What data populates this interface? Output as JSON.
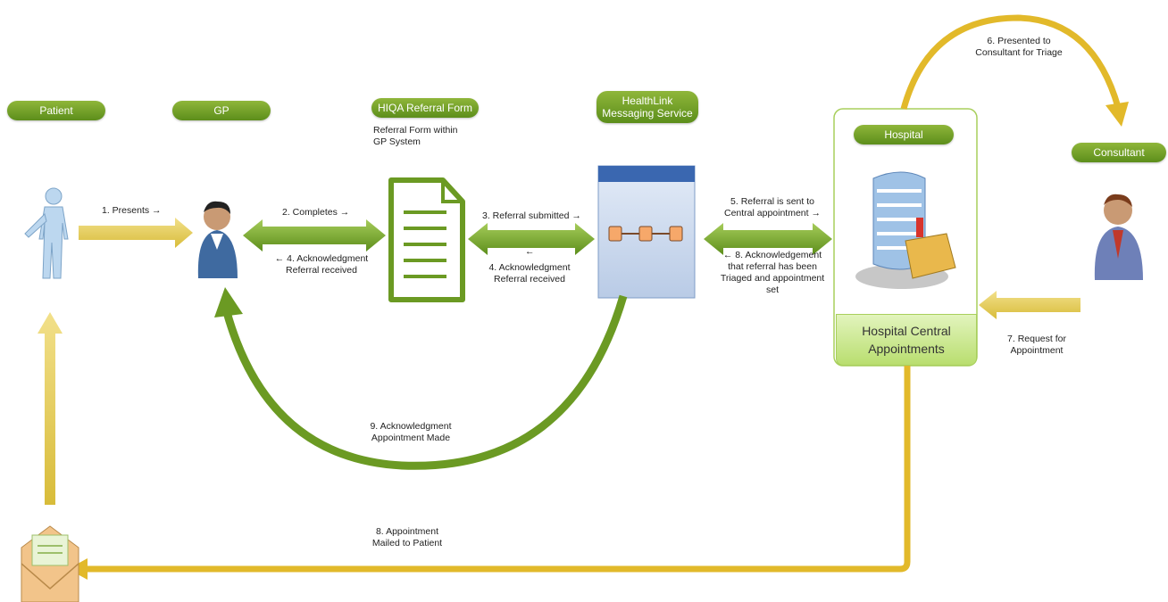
{
  "actors": {
    "patient": "Patient",
    "gp": "GP",
    "hiqa_form": "HIQA Referral Form",
    "healthlink": "HealthLink\nMessaging Service",
    "hospital": "Hospital",
    "consultant": "Consultant"
  },
  "notes": {
    "referral_form": "Referral Form within\nGP System",
    "hospital_central": "Hospital Central\nAppointments"
  },
  "steps": {
    "s1": "1. Presents →",
    "s2": "2. Completes →",
    "s4a": "← 4. Acknowledgment\nReferral received",
    "s3": "3. Referral submitted →",
    "s4b_arrow": "←",
    "s4b": "4. Acknowledgment\nReferral received",
    "s5": "5. Referral is sent to\nCentral appointment →",
    "s8a": "← 8. Acknowledgement\nthat referral has been\nTriaged and appointment\nset",
    "s6": "6. Presented to\nConsultant for Triage",
    "s7": "7. Request for\nAppointment",
    "s9": "9. Acknowledgment\nAppointment Made",
    "s8b": "8. Appointment\nMailed to Patient"
  },
  "colors": {
    "green": "#6b9a23",
    "yellow": "#e2b92a",
    "pale_yellow": "#e8d36a"
  }
}
